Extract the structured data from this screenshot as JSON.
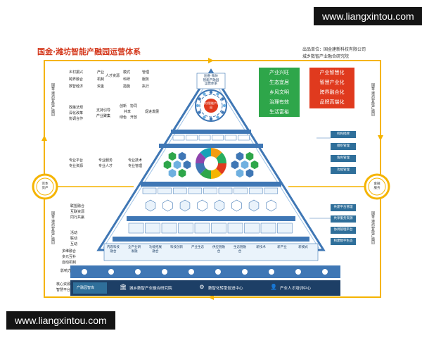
{
  "watermark": {
    "text": "www.liangxintou.com"
  },
  "header": {
    "title": "国金·潍坊智能产融园运营体系",
    "unit_line1": "出品单位：国金建新科技有限公司",
    "unit_line2": "城乡数智产业融合研究院"
  },
  "left_panel": {
    "row1": [
      [
        "乡村振兴",
        "产业",
        "模式",
        "管理"
      ],
      [
        "跨界融合",
        "机制",
        "科研",
        "服务"
      ],
      [
        "数智经济",
        "资金",
        "措施",
        "执行"
      ]
    ],
    "row1_extra": "人才资源",
    "row2": [
      "政策法规",
      "深化改革",
      "协调合作"
    ],
    "row2_mid": [
      "支持引导",
      "产业聚集"
    ],
    "row2_right": [
      "创新",
      "协同",
      "共享",
      "绿色",
      "开放"
    ],
    "row2_far": "促进发展",
    "row3_left": [
      "专业平台",
      "专业资源"
    ],
    "row3_mid": [
      "专业服务",
      "专业人才"
    ],
    "row3_right": [
      "专业技术",
      "专业管理"
    ],
    "row4": [
      "联盟融合",
      "互联资源",
      "同行共赢"
    ],
    "row5": [
      "活动",
      "联动",
      "互动"
    ],
    "row6": [
      "多维融合",
      "多元互补",
      "自动机制"
    ],
    "row7": "影响力",
    "row8": [
      "核心资源",
      "智慧平台"
    ]
  },
  "left_circle": {
    "label": "资本\n资产"
  },
  "right_circle": {
    "label": "金融\n服务"
  },
  "left_vertical": [
    "国金·潍坊智能产融园",
    "国金·潍坊智能产融园"
  ],
  "right_vertical": [
    "国金·潍坊智能产融园",
    "国金·潍坊智能产融园"
  ],
  "apex": {
    "text": "国金·潍坊\n智能产融园\n运营体系"
  },
  "center_hub": {
    "text": "潍坊智能产融园"
  },
  "green_box": {
    "lines": [
      "产业兴旺",
      "生态宜居",
      "乡风文明",
      "治理有效",
      "生活富裕"
    ]
  },
  "red_box": {
    "lines": [
      "产业智慧化",
      "智慧产业化",
      "跨界融合化",
      "品牌高端化"
    ]
  },
  "right_side_upper": [
    "机构授牌",
    "组织管理",
    "角色管理",
    "功能管理"
  ],
  "right_side_lower": [
    "共建平台管理",
    "共享服务资源",
    "协调管理平台",
    "构建数字生态"
  ],
  "bottom_cells": [
    "内容科技融合",
    "全产业研发融",
    "功能拓展融合",
    "科技创新",
    "产业生态",
    "供应链融合",
    "生态链融合",
    "新技术",
    "新产业",
    "新模式"
  ],
  "bottom_bar_label": "产融园智库",
  "bottom_centers": [
    "城乡数智产业融合研究院",
    "数智化转型促进中心",
    "产业人才培训中心"
  ],
  "colors": {
    "orange": "#f5b400",
    "frame_blue": "#3f77b5",
    "navy": "#1d3f66",
    "title_red": "#d4381c"
  }
}
